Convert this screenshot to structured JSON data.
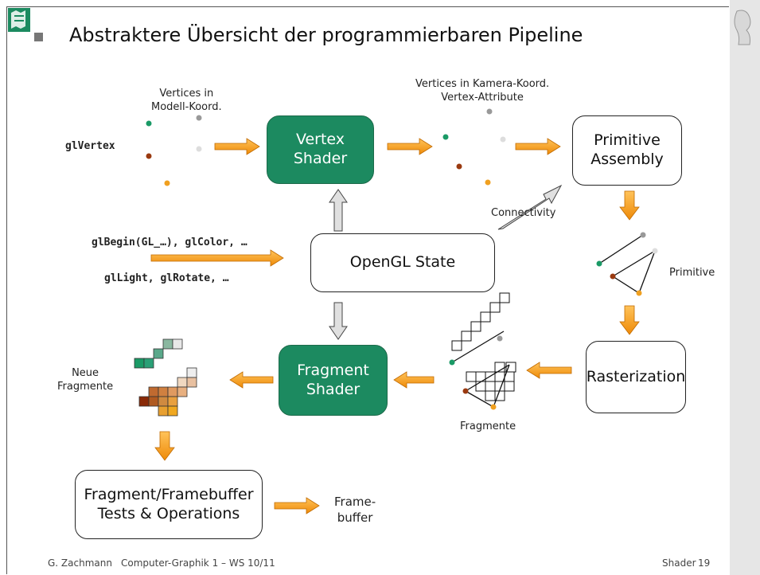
{
  "title": "Abstraktere Übersicht der programmierbaren Pipeline",
  "boxes": {
    "vertex_shader": "Vertex\nShader",
    "primitive_assembly": "Primitive\nAssembly",
    "opengl_state": "OpenGL State",
    "fragment_shader": "Fragment\nShader",
    "rasterization": "Rasterization",
    "tests_ops": "Fragment/Framebuffer\nTests & Operations"
  },
  "labels": {
    "vertices_model": "Vertices in\nModell-Koord.",
    "vertices_camera": "Vertices in Kamera-Koord.\nVertex-Attribute",
    "connectivity": "Connectivity",
    "primitive": "Primitive",
    "fragmente": "Fragmente",
    "neue_fragmente": "Neue\nFragmente",
    "framebuffer": "Frame-\nbuffer"
  },
  "code": {
    "glvertex": "glVertex",
    "glbegin": "glBegin(GL_…), glColor, …",
    "gllight": "glLight, glRotate, …"
  },
  "footer": {
    "author": "G. Zachmann",
    "course": "Computer-Graphik 1 – WS 10/11",
    "section": "Shader",
    "page": "19"
  },
  "colors": {
    "shader_green": "#1c8a60",
    "arrow_orange": "#f3a012",
    "dot_green": "#1a9a66",
    "dot_gray": "#999999",
    "dot_light": "#dddddd",
    "dot_brown": "#9a3a10",
    "dot_orange": "#f0a020"
  },
  "icons": [
    "university-seal-icon",
    "bust-portrait-icon"
  ]
}
